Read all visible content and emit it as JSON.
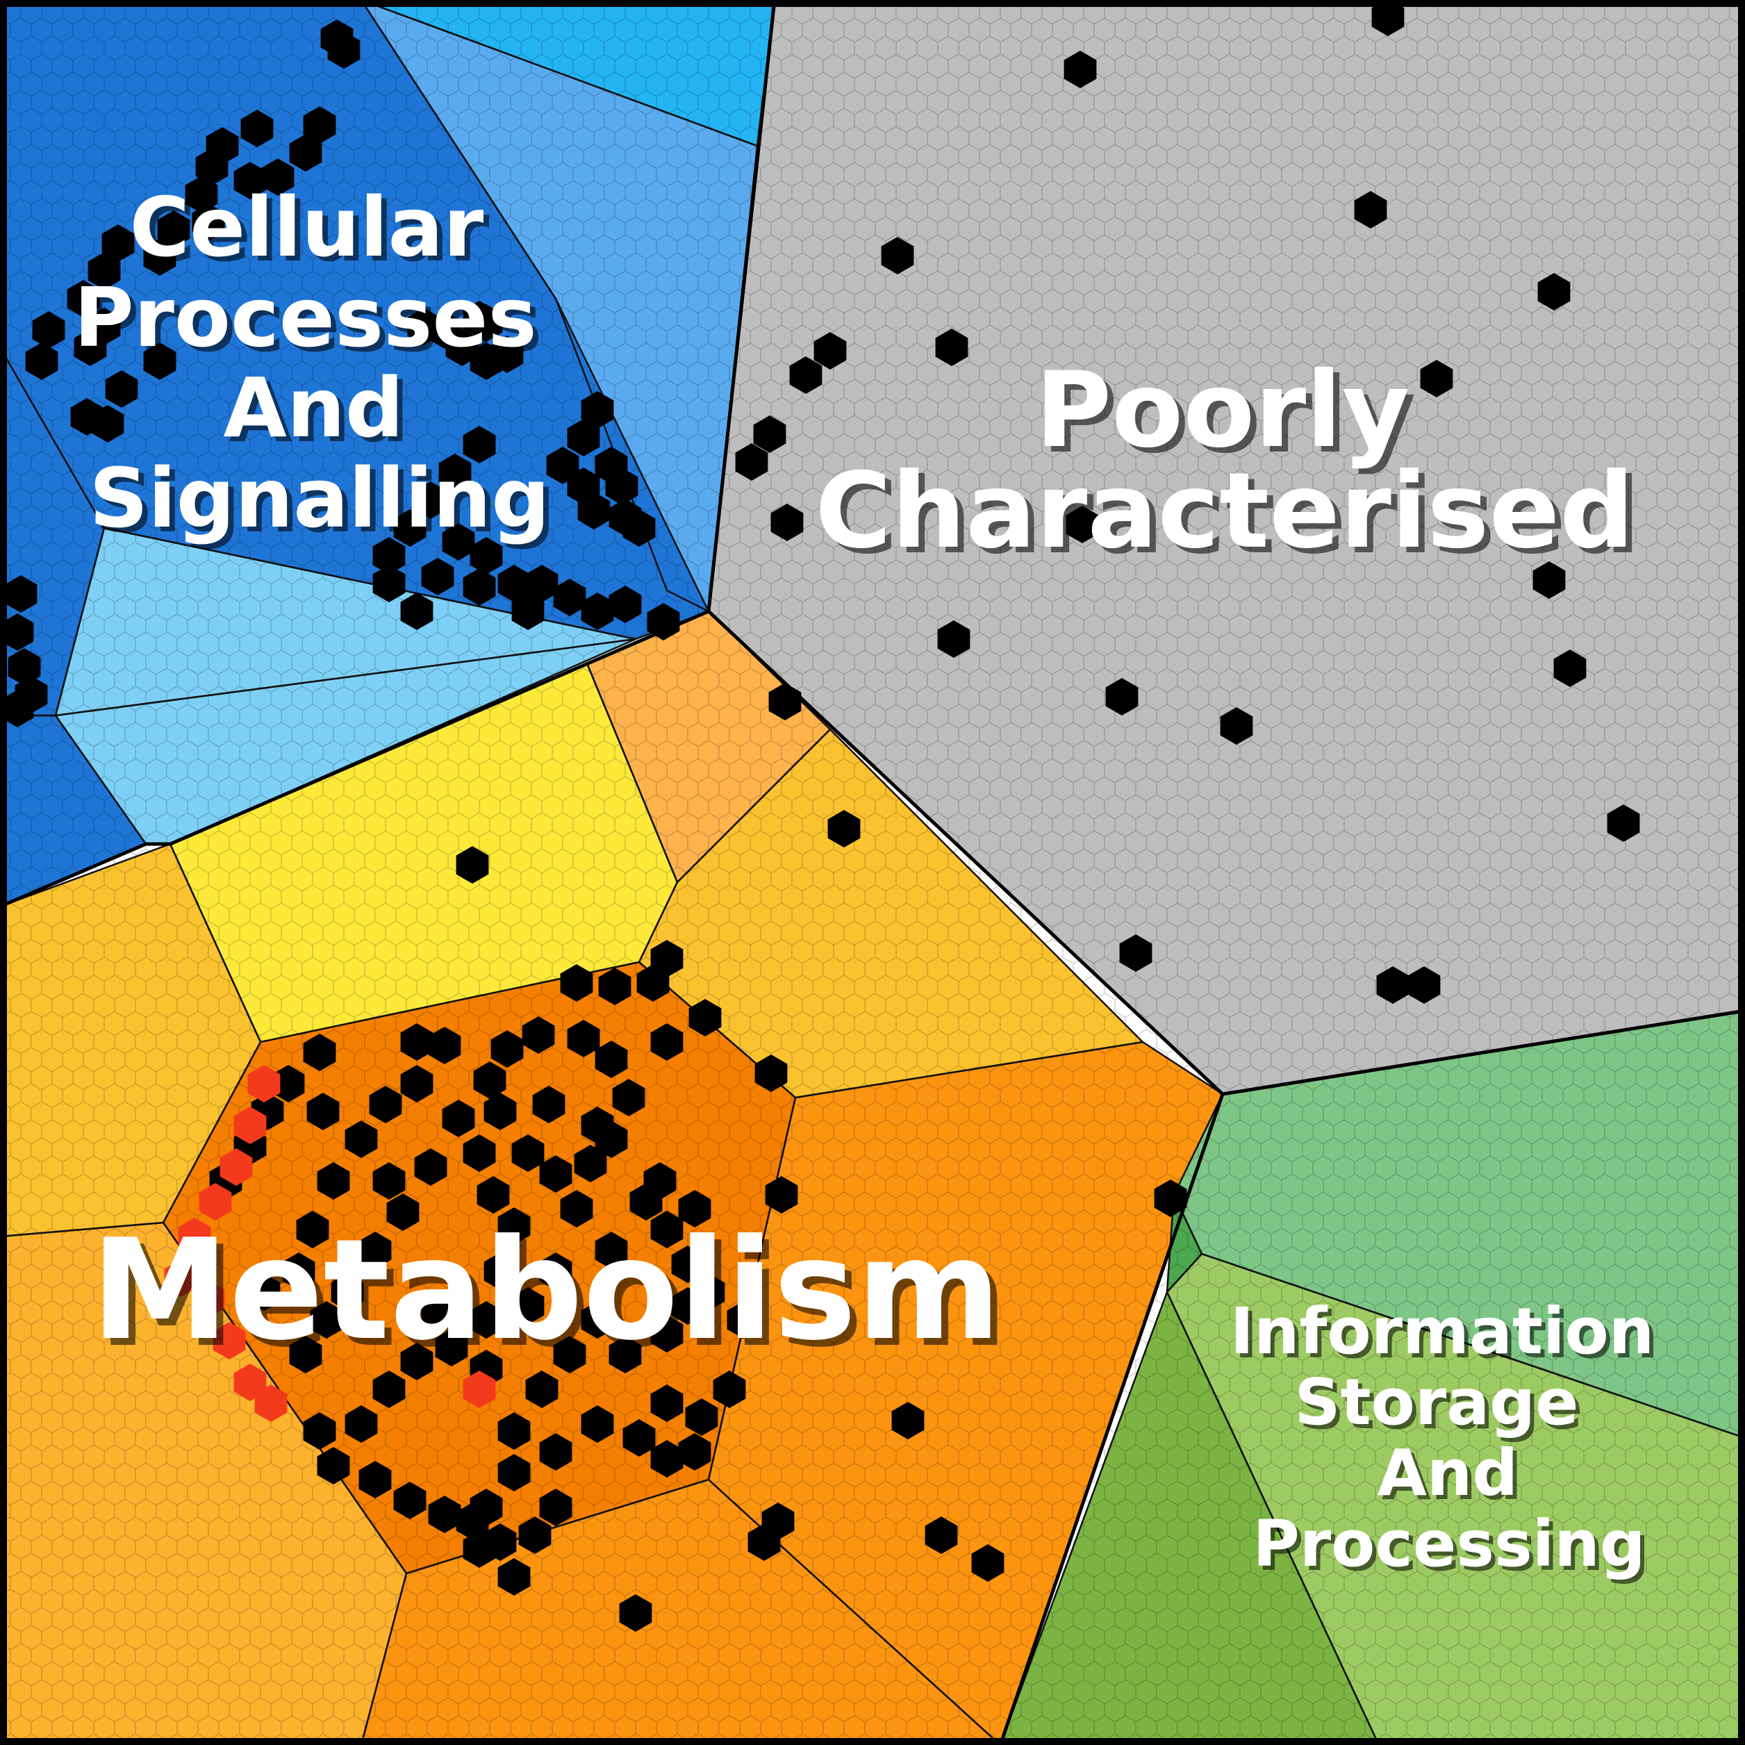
{
  "categories": [
    {
      "id": "cellular",
      "lines": [
        "Cellular",
        "Processes",
        "And",
        "Signalling"
      ]
    },
    {
      "id": "poorly",
      "lines": [
        "Poorly",
        "Characterised"
      ]
    },
    {
      "id": "metabolism",
      "lines": [
        "Metabolism"
      ]
    },
    {
      "id": "information",
      "lines": [
        "Information",
        "Storage",
        "And",
        "Processing"
      ]
    }
  ],
  "colors": {
    "frame": "#000000",
    "hit_cell": "#000000",
    "highlight_cell": "#f43a1c",
    "cell_grid": "rgba(0,0,0,0.22)",
    "cellular_dark": "#1f75d6",
    "cellular_mid": "#5aaaf0",
    "cellular_light": "#7dcff5",
    "cellular_cyan": "#24b4f4",
    "poorly": "#bdbdbd",
    "metabolism_yellow": "#fde93a",
    "metabolism_gold": "#fbc22f",
    "metabolism_amber": "#fdb22e",
    "metabolism_orange": "#fc9410",
    "metabolism_deep": "#f57f00",
    "metabolism_light_orange": "#fdb24c",
    "info_teal": "#7dc686",
    "info_lime": "#9dcb63",
    "info_green": "#7bb442",
    "info_dark_green": "#4aa84f"
  }
}
